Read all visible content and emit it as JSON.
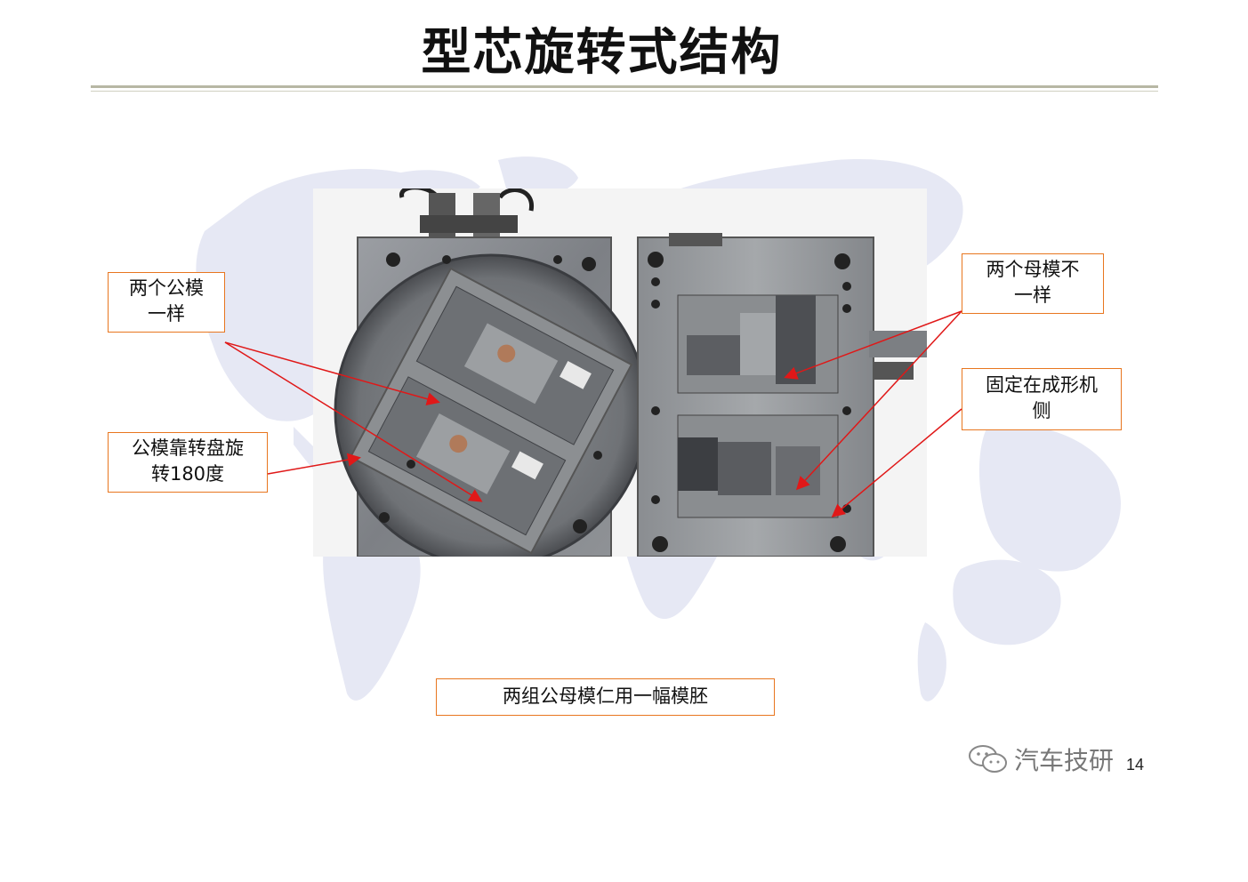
{
  "slide": {
    "title": "型芯旋转式结构",
    "page_number": "14"
  },
  "callouts": {
    "two_male": "两个公模\n一样",
    "rotation": "公模靠转盘旋\n转180度",
    "two_female": "两个母模不\n一样",
    "fixed": "固定在成形机\n侧",
    "bottom": "两组公母模仁用一幅模胚"
  },
  "watermark": {
    "text": "汽车技研",
    "icon": "wechat-icon"
  },
  "colors": {
    "callout_border": "#e8761f",
    "arrow": "#e01818",
    "map": "#e6e8f4"
  }
}
